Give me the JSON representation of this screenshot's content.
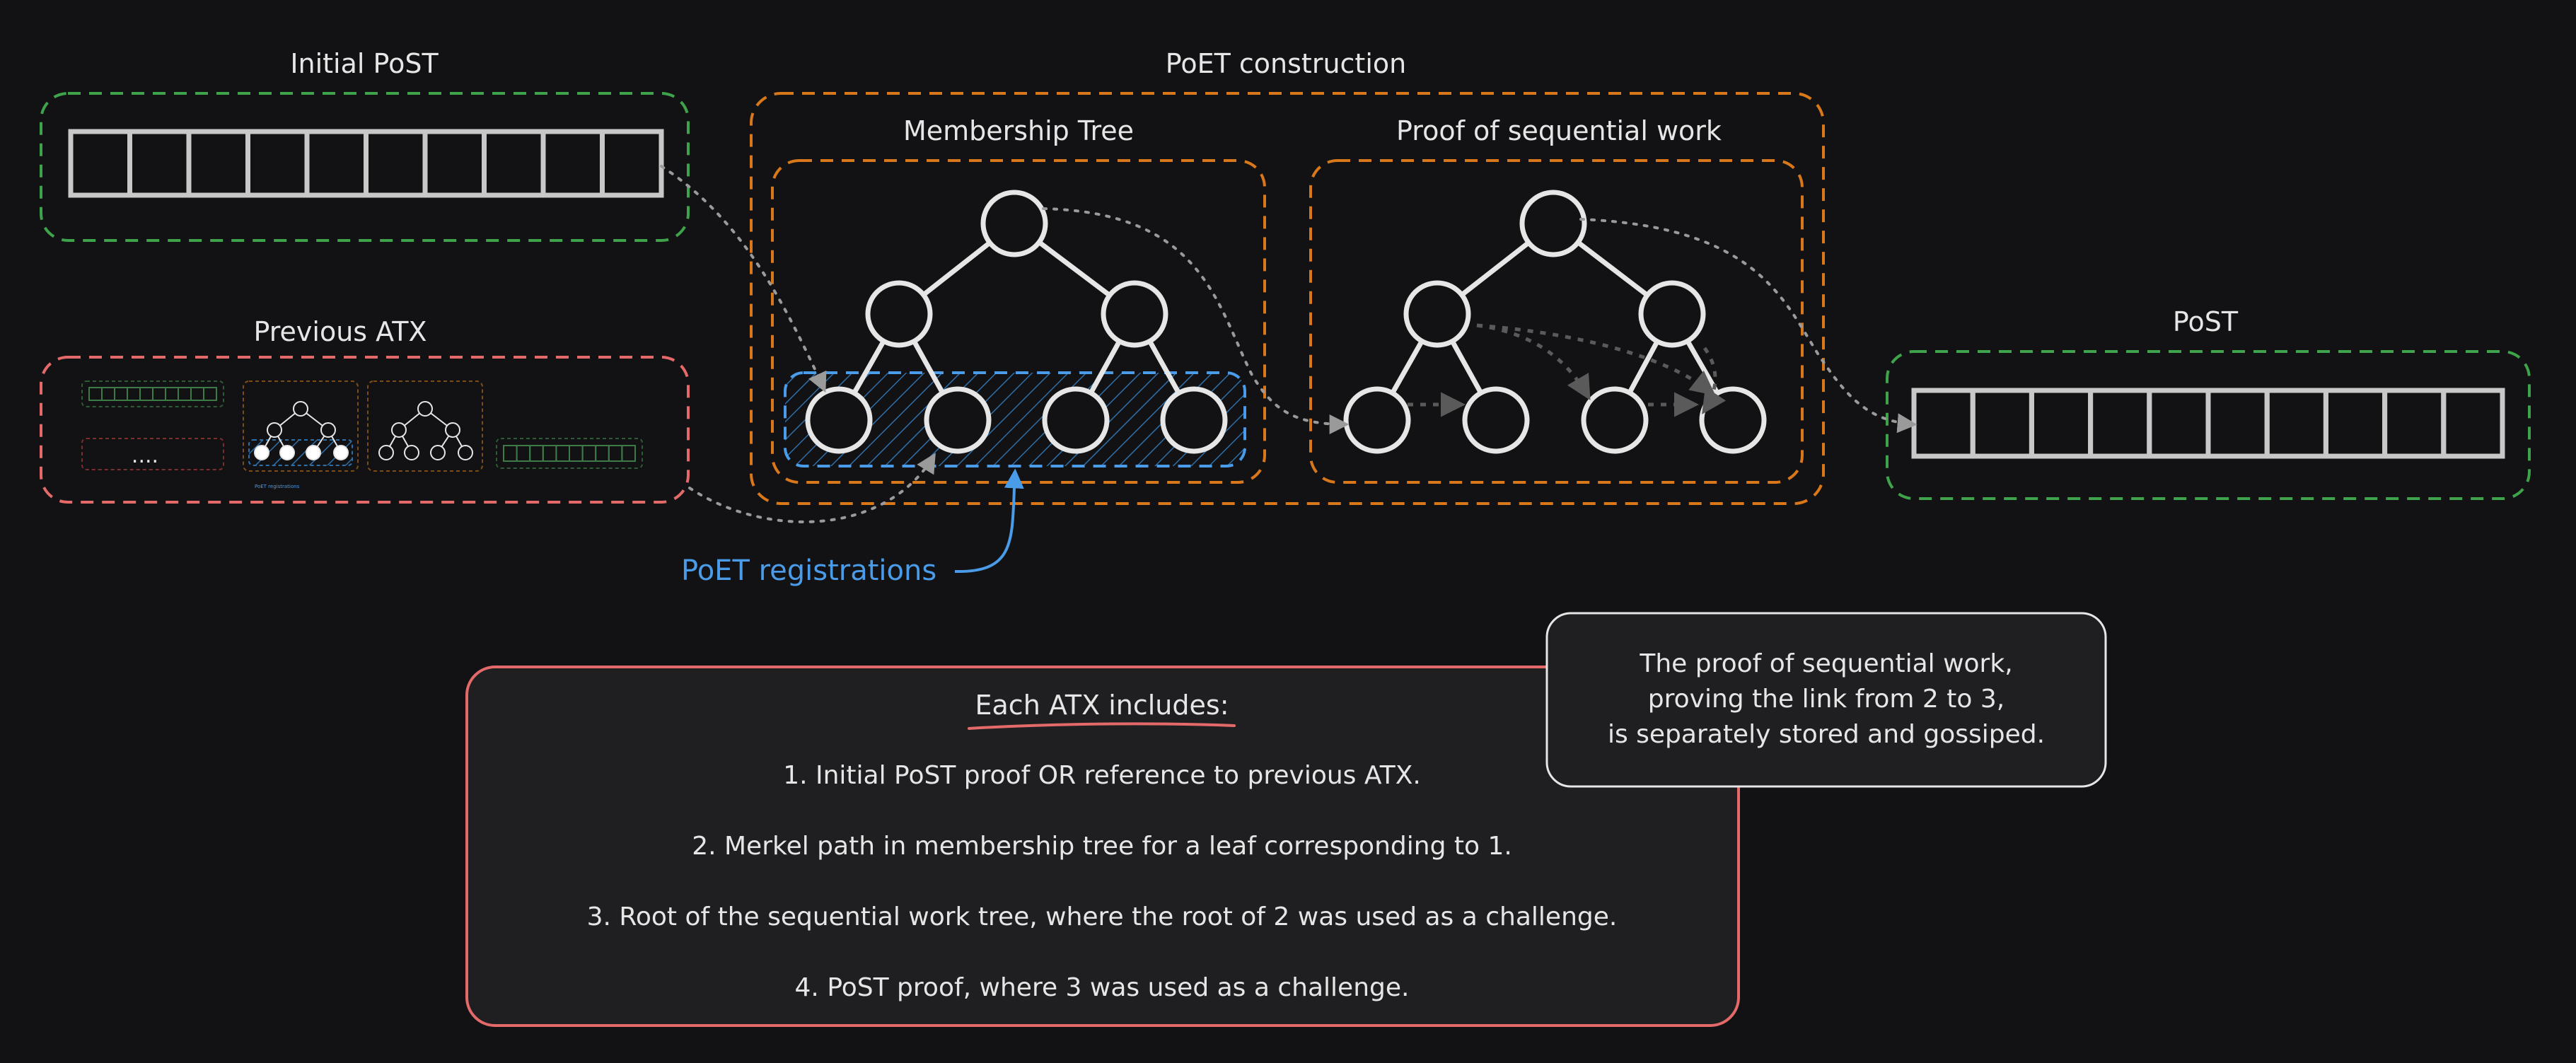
{
  "colors": {
    "background": "#121214",
    "green": "#3ea34a",
    "orange": "#d9781a",
    "red": "#e46a6a",
    "blue": "#4a9be8",
    "node": "#e6e6e6",
    "text": "#e6e6e6"
  },
  "sections": {
    "initial_post": "Initial PoST",
    "poet_construction": "PoET construction",
    "membership_tree": "Membership Tree",
    "proof_sequential": "Proof of sequential work",
    "post": "PoST",
    "previous_atx": "Previous ATX",
    "poet_registrations": "PoET registrations",
    "mini_dots": "....",
    "mini_poet_registrations": "PoET registrations"
  },
  "atx_box": {
    "heading": "Each ATX includes:",
    "items": [
      "1. Initial PoST proof OR reference to previous ATX.",
      "2. Merkel path in membership tree for a leaf corresponding to 1.",
      "3. Root of the sequential work tree, where the root of 2 was used as a challenge.",
      "4. PoST proof, where 3 was used as a challenge."
    ]
  },
  "note_box": {
    "lines": [
      "The proof of sequential work,",
      "proving the link from 2 to 3,",
      "is separately stored and gossiped."
    ]
  }
}
